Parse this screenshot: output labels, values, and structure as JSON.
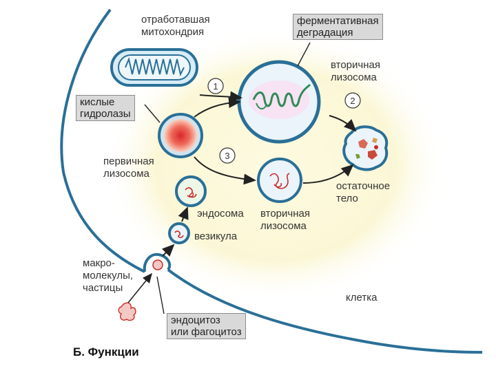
{
  "labels": {
    "worn_mitochondria": "отработавшая\nмитохондрия",
    "enzymatic_degradation": "ферментативная\nдеградация",
    "secondary_lysosome_top": "вторичная\nлизосома",
    "acid_hydrolases": "кислые\nгидролазы",
    "primary_lysosome": "первичная\nлизосома",
    "endosome": "эндосома",
    "secondary_lysosome_bottom": "вторичная\nлизосома",
    "residual_body": "остаточное\nтело",
    "vesicle": "везикула",
    "macromolecules": "макро-\nмолекулы,\nчастицы",
    "cell": "клетка",
    "endocytosis": "эндоцитоз\nили фагоцитоз"
  },
  "steps": [
    "1",
    "2",
    "3"
  ],
  "title": "Б. Функции",
  "colors": {
    "membrane": "#2a6f97",
    "membrane_fill": "#d6ecf7",
    "lysosome_red": "#d9262b",
    "mito_green": "#2e8b57",
    "particle_red": "#cc2a2a",
    "background_glow": "#fbf7d6",
    "label_box": "#d9d9d9"
  }
}
